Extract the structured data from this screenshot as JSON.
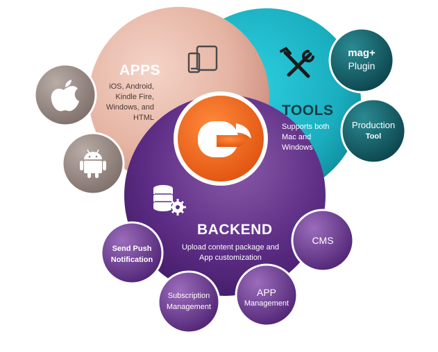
{
  "apps": {
    "title": "APPS",
    "desc_lines": [
      "iOS, Android,",
      "Kindle Fire,",
      "Windows, and",
      "HTML"
    ]
  },
  "tools": {
    "title": "TOOLS",
    "desc_lines": [
      "Supports both",
      "Mac and",
      "Windows"
    ]
  },
  "backend": {
    "title": "BACKEND",
    "desc_lines": [
      "Upload content package and",
      "App customization"
    ]
  },
  "bubbles": {
    "mag_plugin": {
      "line1": "mag+",
      "line2": "Plugin"
    },
    "production_tool": {
      "line1": "Production",
      "line2": "Tool"
    },
    "cms": {
      "line1": "CMS"
    },
    "app_management": {
      "line1": "APP",
      "line2": "Management"
    },
    "subscription_management": {
      "line1": "Subscription",
      "line2": "Management"
    },
    "send_push": {
      "line1": "Send Push",
      "line2": "Notification"
    }
  },
  "icons": {
    "apple": "apple-icon",
    "android": "android-icon",
    "devices": "devices-icon",
    "tools": "tools-icon",
    "database": "database-gear-icon",
    "logo": "mag-logo-icon"
  },
  "colors": {
    "apps_circle": "#e8b7a7",
    "tools_circle": "#1fb9c9",
    "backend_circle": "#5e2d86",
    "logo_orange": "#f26a21",
    "bubble_gray": "#8f7f79",
    "bubble_teal": "#0e5a63",
    "bubble_purple": "#6a3a8f"
  }
}
